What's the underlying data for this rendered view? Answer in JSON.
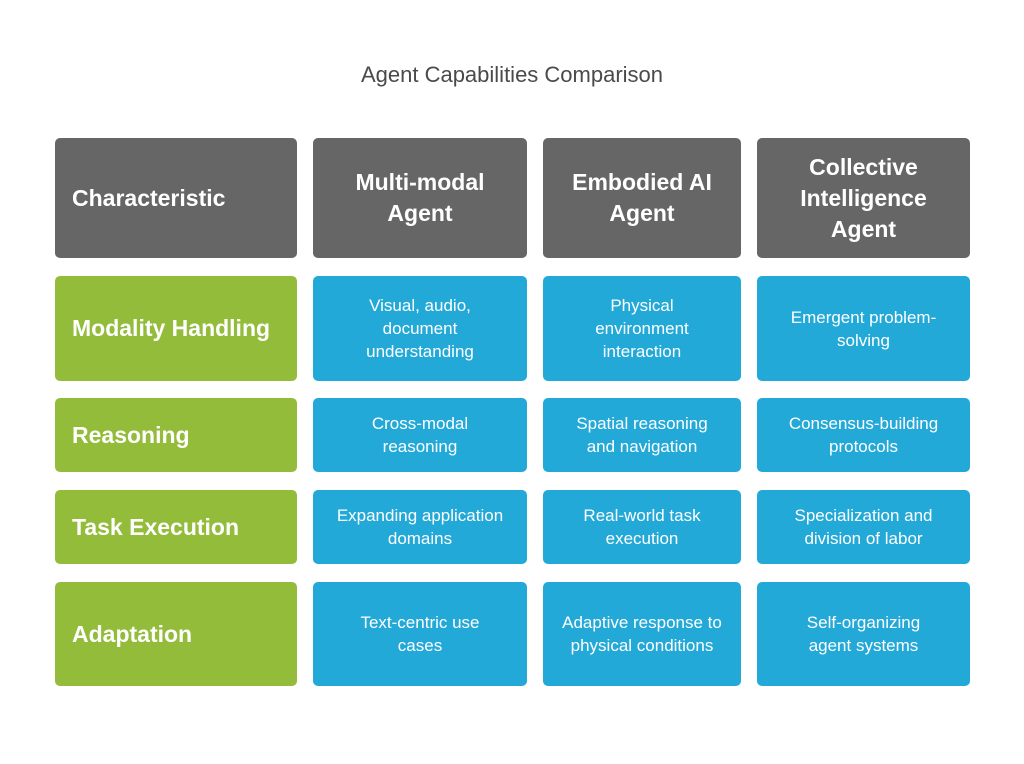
{
  "title": "Agent Capabilities Comparison",
  "colors": {
    "header": "#666666",
    "row_label": "#93bc3b",
    "value": "#22a9d8",
    "title_text": "#4a4a4a"
  },
  "table": {
    "headers": [
      "Characteristic",
      "Multi-modal Agent",
      "Embodied AI Agent",
      "Collective Intelligence Agent"
    ],
    "rows": [
      {
        "label": "Modality Handling",
        "values": [
          "Visual, audio, document understanding",
          "Physical environment interaction",
          "Emergent problem-solving"
        ]
      },
      {
        "label": "Reasoning",
        "values": [
          "Cross-modal reasoning",
          "Spatial reasoning and navigation",
          "Consensus-building protocols"
        ]
      },
      {
        "label": "Task Execution",
        "values": [
          "Expanding application domains",
          "Real-world task execution",
          "Specialization and division of labor"
        ]
      },
      {
        "label": "Adaptation",
        "values": [
          "Text-centric use cases",
          "Adaptive response to physical conditions",
          "Self-organizing agent systems"
        ]
      }
    ]
  }
}
